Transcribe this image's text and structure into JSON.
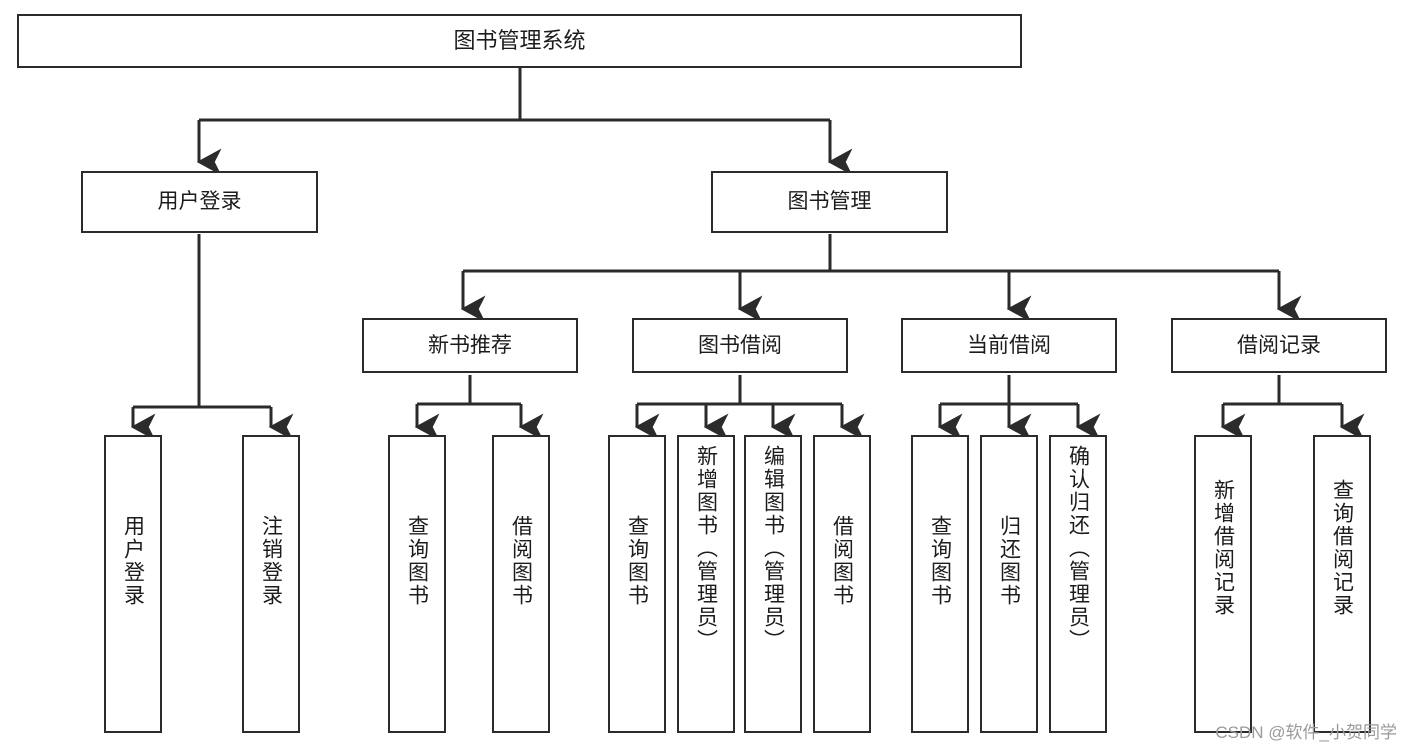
{
  "diagram": {
    "title": "图书管理系统",
    "type": "tree-hierarchy-diagram",
    "colors": {
      "background": "#ffffff",
      "box_border": "#2b2b2b",
      "box_fill": "#ffffff",
      "edge": "#2b2b2b",
      "text": "#1c1c1c",
      "watermark": "#9a9a9a"
    },
    "nodes": {
      "root": {
        "label": "图书管理系统"
      },
      "level2": [
        {
          "id": "user-login",
          "label": "用户登录"
        },
        {
          "id": "book-management",
          "label": "图书管理"
        }
      ],
      "level3": [
        {
          "id": "new-book-recommend",
          "label": "新书推荐"
        },
        {
          "id": "book-borrow",
          "label": "图书借阅"
        },
        {
          "id": "current-borrow",
          "label": "当前借阅"
        },
        {
          "id": "borrow-record",
          "label": "借阅记录"
        }
      ],
      "leaves": {
        "user-login": [
          {
            "id": "leaf-user-login",
            "label": "用户登录"
          },
          {
            "id": "leaf-logout-login",
            "label": "注销登录"
          }
        ],
        "new-book-recommend": [
          {
            "id": "leaf-query-book-1",
            "label": "查询图书"
          },
          {
            "id": "leaf-borrow-book-1",
            "label": "借阅图书"
          }
        ],
        "book-borrow": [
          {
            "id": "leaf-query-book-2",
            "label": "查询图书"
          },
          {
            "id": "leaf-add-book",
            "label": "新增图书（管理员）"
          },
          {
            "id": "leaf-edit-book",
            "label": "编辑图书（管理员）"
          },
          {
            "id": "leaf-borrow-book-2",
            "label": "借阅图书"
          }
        ],
        "current-borrow": [
          {
            "id": "leaf-query-book-3",
            "label": "查询图书"
          },
          {
            "id": "leaf-return-book",
            "label": "归还图书"
          },
          {
            "id": "leaf-confirm-return",
            "label": "确认归还（管理员）"
          }
        ],
        "borrow-record": [
          {
            "id": "leaf-add-record",
            "label": "新增借阅记录"
          },
          {
            "id": "leaf-query-record",
            "label": "查询借阅记录"
          }
        ]
      }
    }
  },
  "watermark": {
    "text": "CSDN @软件_小贺同学"
  }
}
